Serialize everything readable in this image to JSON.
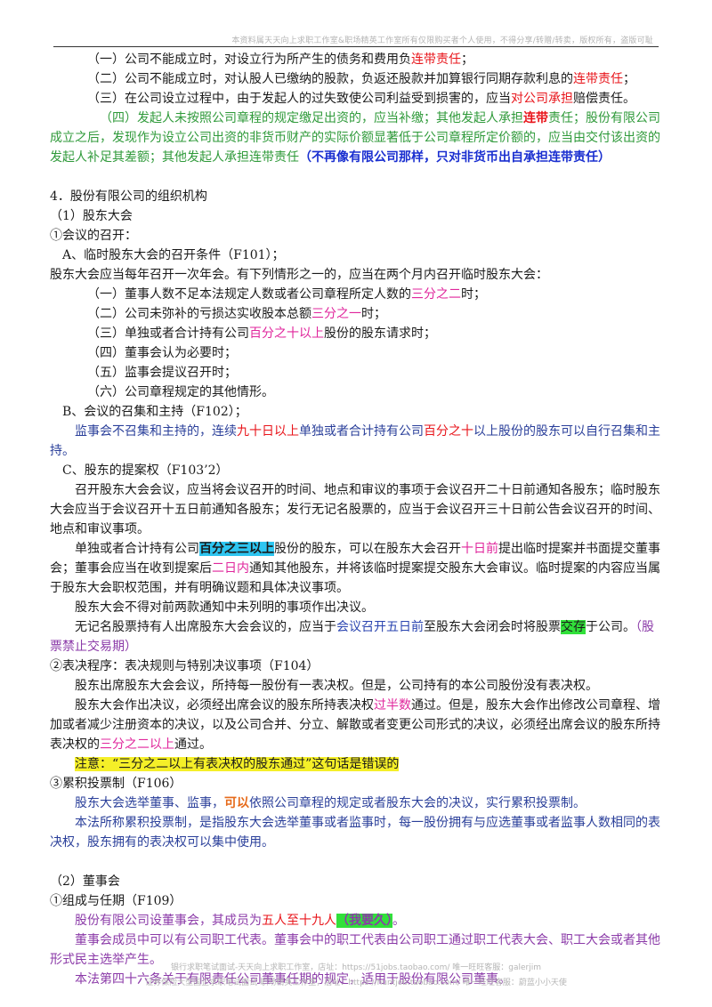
{
  "header": "本资料属天天向上求职工作室&职场精英工作室所有仅限购买者个人使用，不得分享/转赠/转卖，版权所有，盗版可耻",
  "p1": {
    "a": "（一）公司不能成立时，对设立行为所产生的债务和费用负",
    "b": "连带责任",
    "c": "；"
  },
  "p2": {
    "a": "（二）公司不能成立时，对认股人已缴纳的股款，负返还股款并加算银行同期存款利息的",
    "b": "连带责任",
    "c": "；"
  },
  "p3": {
    "a": "（三）在公司设立过程中，由于发起人的过失致使公司利益受到损害的，应当",
    "b": "对公司承担",
    "c": "赔偿责任。"
  },
  "p4": {
    "a": "（四）发起人未按照公司章程的规定缴足出资的，应当补缴；其他发起人承担",
    "b": "连带",
    "c": "责任；股份有限公司成立之后，发现作为设立公司出资的非货币财产的实际价额显著低于公司章程所定价额的，应当由交付该出资的发起人补足其差额；其他发起人承担连带责任",
    "d": "（不再像有限公司那样，只对非货币出自承担连带责任）"
  },
  "s4": "4．股份有限公司的组织机构",
  "s4_1": "（1）股东大会",
  "c1": "①会议的召开：",
  "cA": "A、临时股东大会的召开条件（F101）；",
  "cA_intro": "股东大会应当每年召开一次年会。有下列情形之一的，应当在两个月内召开临时股东大会：",
  "cA_items": {
    "i1a": "（一）董事人数不足本法规定人数或者公司章程所定人数的",
    "i1b": "三分之二",
    "i1c": "时；",
    "i2a": "（二）公司未弥补的亏损达实收股本总额",
    "i2b": "三分之一",
    "i2c": "时；",
    "i3a": "（三）单独或者合计持有公司",
    "i3b": "百分之十以上",
    "i3c": "股份的股东请求时；",
    "i4": "（四）董事会认为必要时；",
    "i5": "（五）监事会提议召开时；",
    "i6": "（六）公司章程规定的其他情形。"
  },
  "cB": "B、会议的召集和主持（F102）；",
  "cB_text": {
    "a": "监事会不召集和主持的，连续",
    "b": "九十日以上",
    "c": "单独或者合计持有公司",
    "d": "百分之十",
    "e": "以上股份的股东可以自行召集和主持。"
  },
  "cC": "C、股东的提案权（F103’2）",
  "cC_p1": "召开股东大会会议，应当将会议召开的时间、地点和审议的事项于会议召开二十日前通知各股东；临时股东大会应当于会议召开十五日前通知各股东；发行无记名股票的，应当于会议召开三十日前公告会议召开的时间、地点和审议事项。",
  "cC_p2": {
    "a": "单独或者合计持有公司",
    "b": "百分之三以上",
    "c": "股份的股东，可以在股东大会召开",
    "d": "十日前",
    "e": "提出临时提案并书面提交董事会；董事会应当在收到提案后",
    "f": "二日内",
    "g": "通知其他股东，并将该临时提案提交股东大会审议。临时提案的内容应当属于股东大会职权范围，并有明确议题和具体决议事项。"
  },
  "cC_p3": "股东大会不得对前两款通知中未列明的事项作出决议。",
  "cC_p4": {
    "a": "无记名股票持有人出席股东大会会议的，应当于",
    "b": "会议召开五日前",
    "c": "至股东大会闭会时将股票",
    "d": "交存",
    "e": "于公司。",
    "f": "（股票禁止交易期）"
  },
  "c2": "②表决程序：表决规则与特别决议事项（F104）",
  "c2_p1": "股东出席股东大会会议，所持每一股份有一表决权。但是，公司持有的本公司股份没有表决权。",
  "c2_p2": {
    "a": "股东大会作出决议，必须经出席会议的股东所持表决权",
    "b": "过半数",
    "c": "通过。但是，股东大会作出修改公司章程、增加或者减少注册资本的决议，以及公司合并、分立、解散或者变更公司形式的决议，必须经出席会议的股东所持表决权的",
    "d": "三分之二以上",
    "e": "通过。"
  },
  "c2_note": "注意：“三分之二以上有表决权的股东通过”这句话是错误的",
  "c3": "③累积投票制（F106）",
  "c3_p1": {
    "a": "股东大会选举董事、监事，",
    "b": "可以",
    "c": "依照公司章程的规定或者股东大会的决议，实行累积投票制。"
  },
  "c3_p2": "本法所称累积投票制，是指股东大会选举董事或者监事时，每一股份拥有与应选董事或者监事人数相同的表决权，股东拥有的表决权可以集中使用。",
  "s4_2": "（2）董事会",
  "d1": "①组成与任期（F109）",
  "d1_p1": {
    "a": "股份有限公司设董事会，其成员为",
    "b": "五人至十九人",
    "c": "（我要久）",
    "d": "。"
  },
  "d1_p2": "董事会成员中可以有公司职工代表。董事会中的职工代表由公司职工通过职工代表大会、职工大会或者其他形式民主选举产生。",
  "d1_p3": "本法第四十六条关于有限责任公司董事任期的规定，适用于股份有限公司董事。",
  "footer1": "银行求职笔试面试-天天向上求职工作室，店址：https://51jobs.taobao.com/ 唯一旺旺客服：galerjim",
  "footer2": "证券保险大型国企求职笔试面试-职场精英工作室，店址：https://huntjob.taobao.com/ 唯一旺旺客服：蔚蓝小小天使"
}
